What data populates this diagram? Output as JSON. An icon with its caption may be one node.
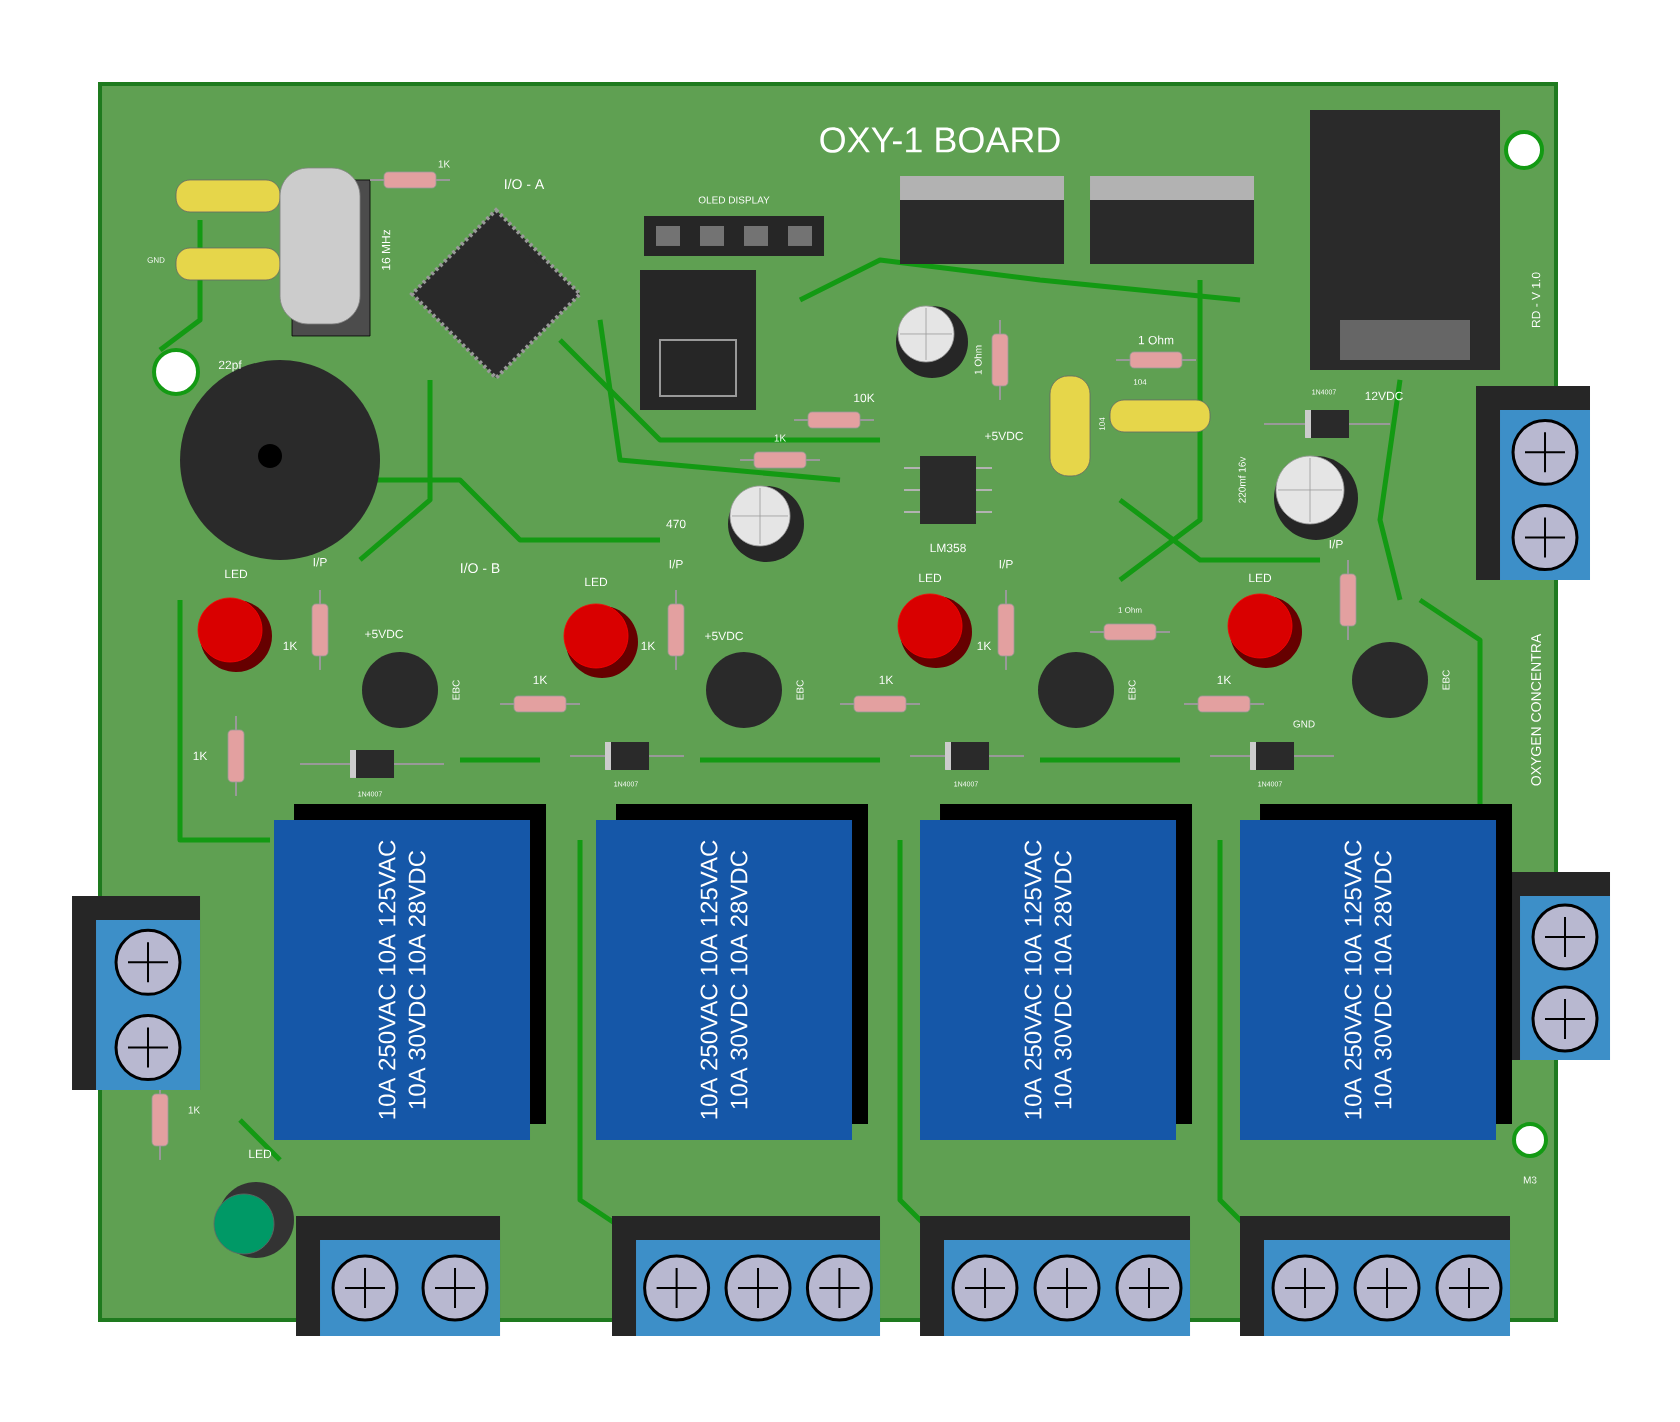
{
  "diagram": {
    "nodes": [
      {
        "text": [
          "10A 250VAC 10A 125VAC",
          "10A 30VDC 10A 28VDC"
        ]
      },
      {
        "text": [
          "10A 250VAC 10A 125VAC",
          "10A 30VDC 10A 28VDC"
        ]
      },
      {
        "text": [
          "10A 250VAC 10A 125VAC",
          "10A 30VDC 10A 28VDC"
        ]
      },
      {
        "text": [
          "10A 250VAC 10A 125VAC",
          "10A 30VDC 10A 28VDC"
        ]
      }
    ],
    "labels": [
      "OXY-1 BOARD",
      "GND",
      "22pf",
      "16 MHz",
      "1K",
      "I/O - A",
      "OLED DISPLAY",
      "1K",
      "10K",
      "470",
      "1 Ohm",
      "+5VDC",
      "1 Ohm",
      "104",
      "104",
      "1N4007",
      "12VDC",
      "220mf 16v",
      "LM358",
      "RD - V 1.0",
      "I/O - B",
      "LED",
      "I/P",
      "1K",
      "+5VDC",
      "EBC",
      "1K",
      "1N4007",
      "LED",
      "I/P",
      "1K",
      "+5VDC",
      "1K",
      "EBC",
      "1N4007",
      "LED",
      "I/P",
      "1K",
      "1 Ohm",
      "1K",
      "EBC",
      "1N4007",
      "LED",
      "I/P",
      "1K",
      "EBC",
      "GND",
      "1N4007",
      "OXYGEN CONCENTRA",
      "1K",
      "LED",
      "M3"
    ]
  }
}
